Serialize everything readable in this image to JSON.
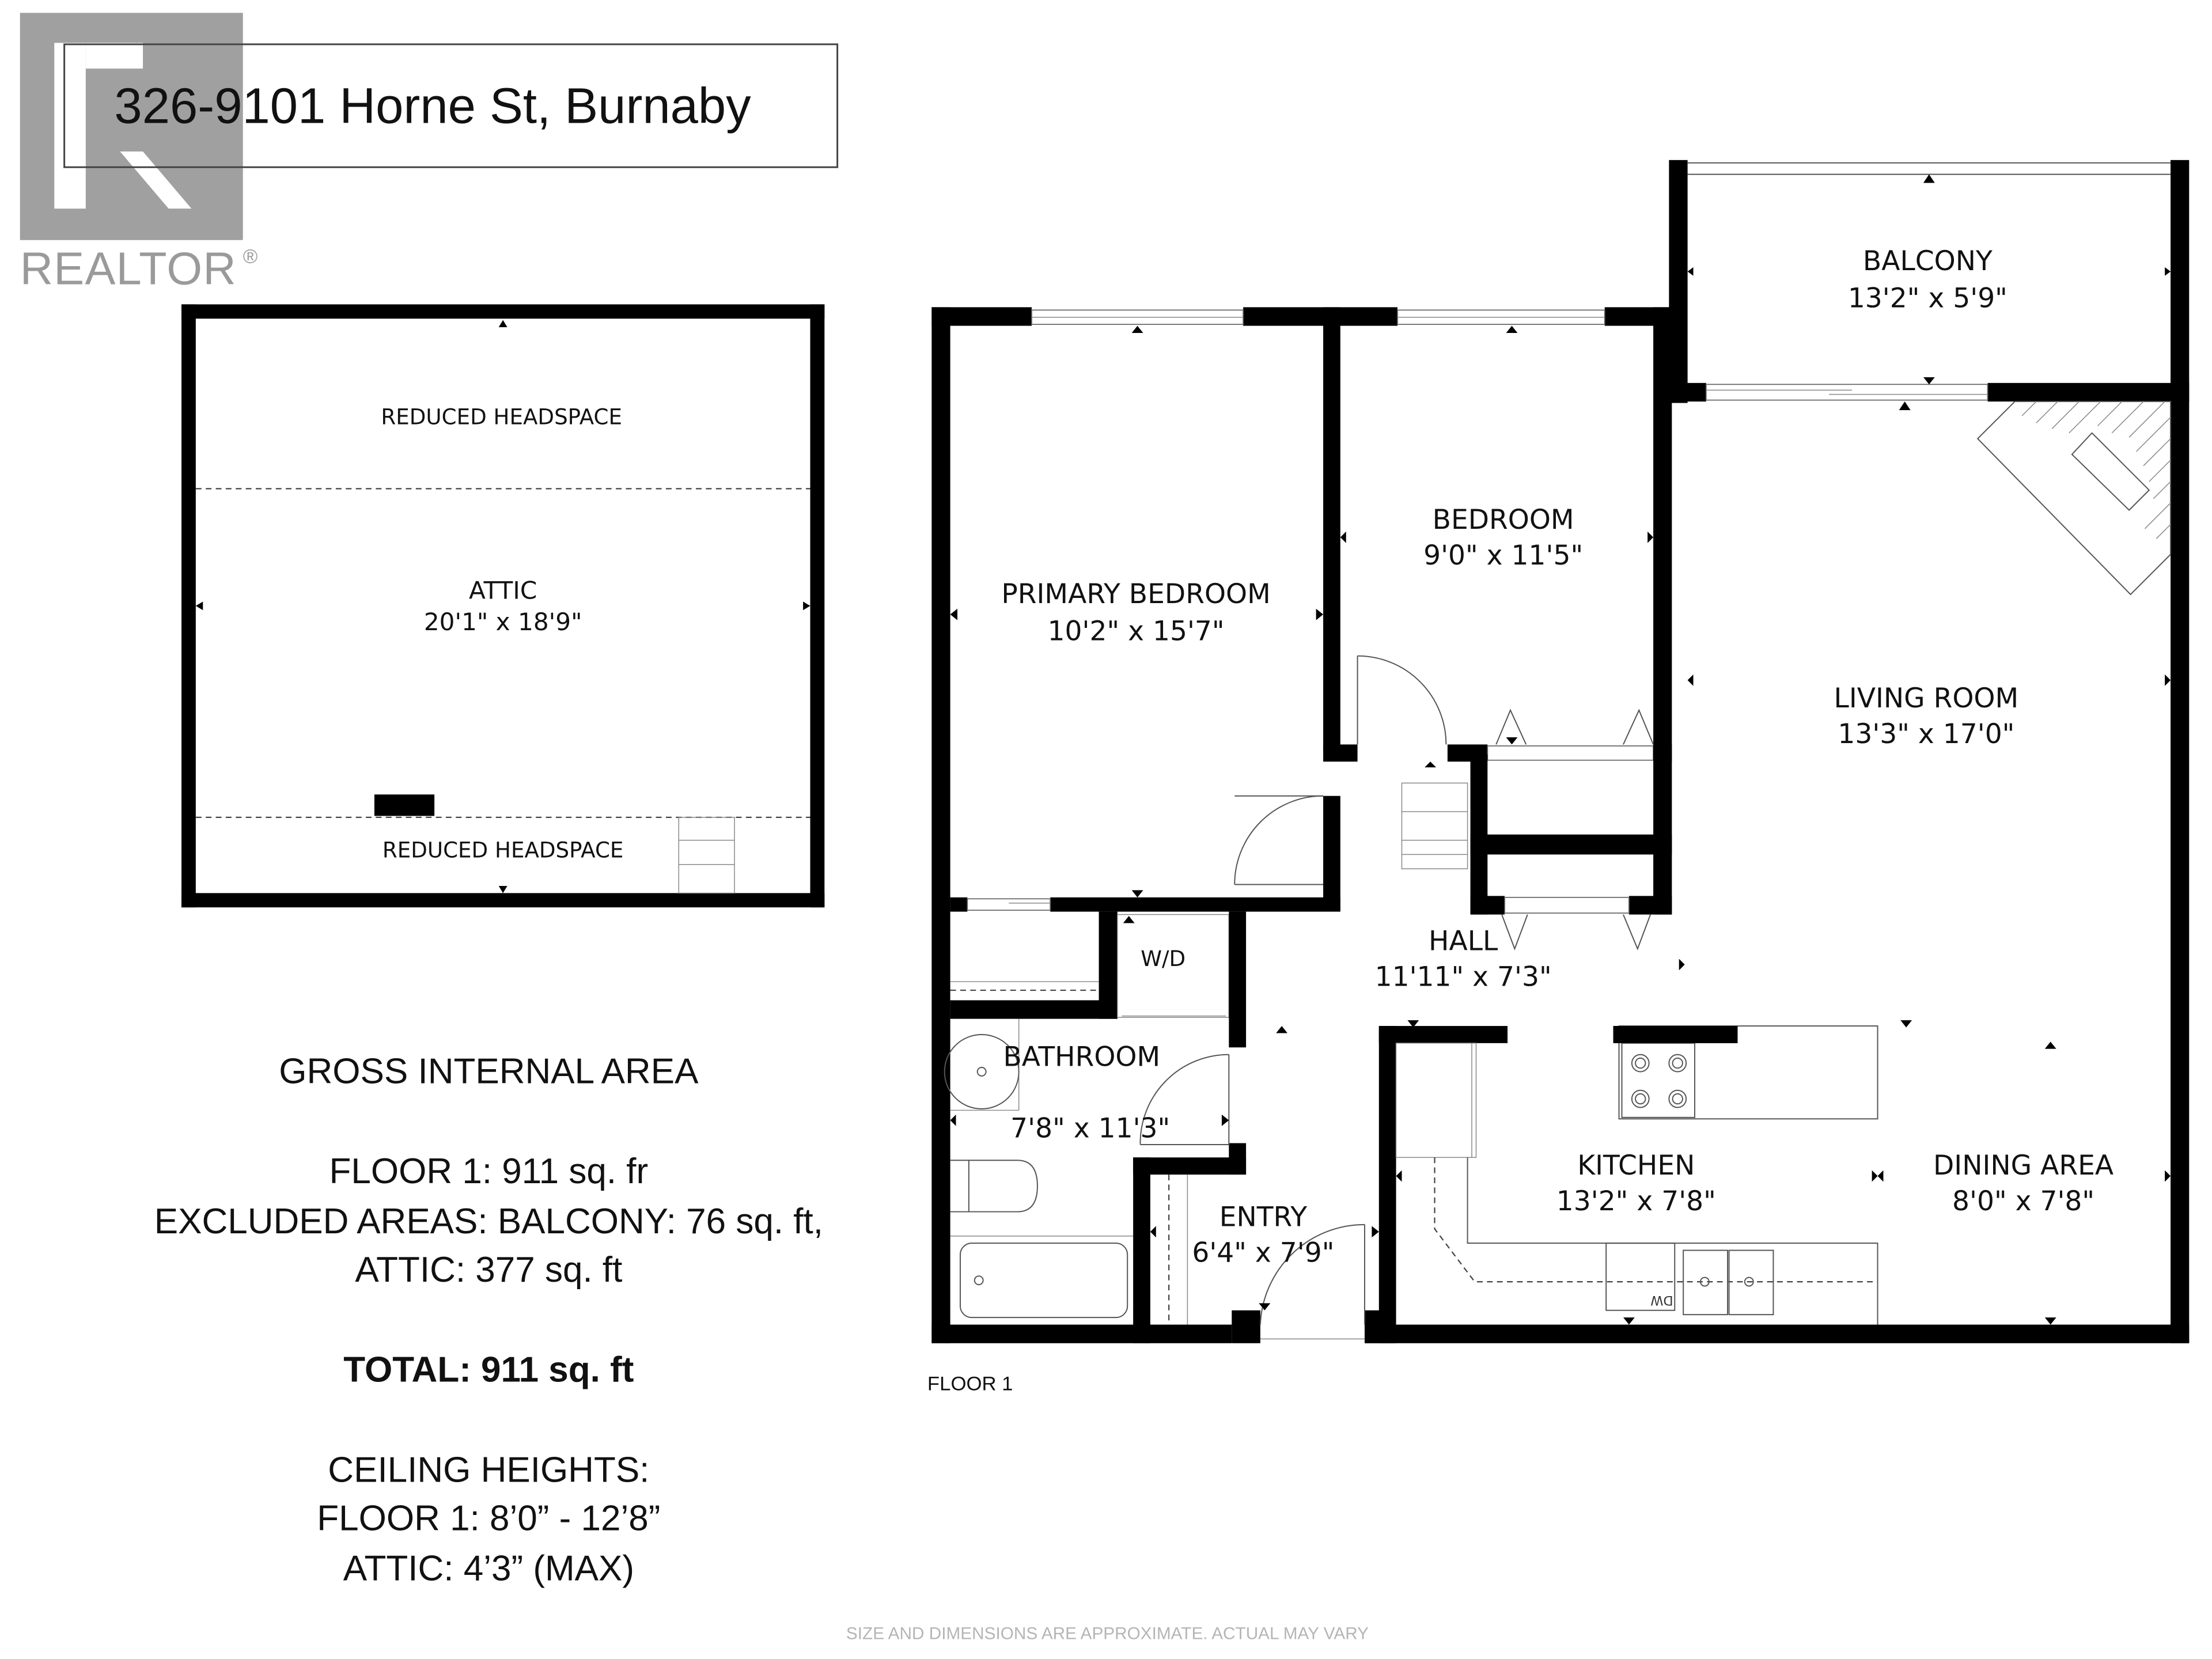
{
  "header": {
    "title": "326-9101 Horne St, Burnaby",
    "logo_text": "REALTOR",
    "logo_mark": "®",
    "logo_icon": "realtor-r-icon"
  },
  "attic": {
    "name": "ATTIC",
    "dimensions": "20'1\" x 18'9\"",
    "top_zone": "REDUCED HEADSPACE",
    "bottom_zone": "REDUCED HEADSPACE"
  },
  "area_summary": {
    "heading": "GROSS INTERNAL AREA",
    "floor1": "FLOOR 1: 911 sq. fr",
    "excluded_line1": "EXCLUDED AREAS: BALCONY: 76 sq. ft,",
    "excluded_line2": "ATTIC: 377 sq. ft",
    "total": "TOTAL: 911 sq. ft",
    "ceiling_heading": "CEILING HEIGHTS:",
    "ceiling_floor1": "FLOOR 1:  8’0” - 12’8”",
    "ceiling_attic": "ATTIC: 4’3” (MAX)"
  },
  "floor1": {
    "label": "FLOOR 1",
    "rooms": [
      {
        "name": "BALCONY",
        "dimensions": "13'2\" x 5'9\""
      },
      {
        "name": "PRIMARY BEDROOM",
        "dimensions": "10'2\" x 15'7\""
      },
      {
        "name": "BEDROOM",
        "dimensions": "9'0\" x 11'5\""
      },
      {
        "name": "LIVING ROOM",
        "dimensions": "13'3\" x 17'0\""
      },
      {
        "name": "HALL",
        "dimensions": "11'11\" x 7'3\""
      },
      {
        "name": "BATHROOM",
        "dimensions": "7'8\" x 11'3\""
      },
      {
        "name": "ENTRY",
        "dimensions": "6'4\" x 7'9\""
      },
      {
        "name": "KITCHEN",
        "dimensions": "13'2\" x 7'8\""
      },
      {
        "name": "DINING AREA",
        "dimensions": "8'0\" x 7'8\""
      }
    ],
    "fixtures": {
      "laundry": "W/D",
      "dishwasher": "DW"
    }
  },
  "footer": {
    "disclaimer": "SIZE AND DIMENSIONS ARE APPROXIMATE. ACTUAL MAY VARY"
  },
  "colors": {
    "wall": "#000000",
    "logo_gray": "#9a9a9a",
    "disclaimer_gray": "#b5b5b5",
    "background": "#ffffff"
  }
}
